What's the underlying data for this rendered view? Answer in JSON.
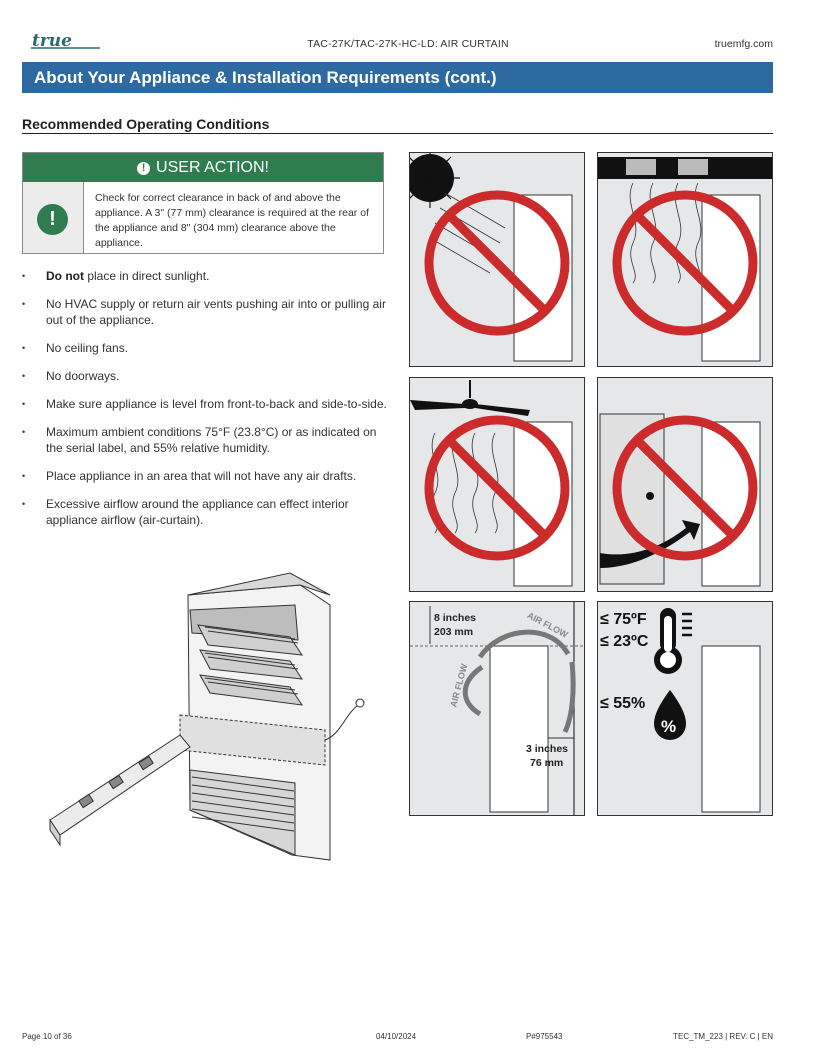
{
  "header": {
    "logo_text": "true",
    "doc_title": "TAC-27K/TAC-27K-HC-LD: AIR CURTAIN",
    "site": "truemfg.com"
  },
  "banner": {
    "title": "About Your Appliance & Installation Requirements (cont.)"
  },
  "section": {
    "heading": "Recommended Operating Conditions"
  },
  "user_action": {
    "heading": "USER ACTION!",
    "text": "Check for correct clearance in back of and above the appliance. A 3\" (77 mm) clearance is required at the rear of the appliance and 8\" (304 mm) clearance above the appliance."
  },
  "bullets": [
    {
      "bold": "Do not",
      "text": " place in direct sunlight."
    },
    {
      "bold": "",
      "text": "No HVAC supply or return air vents pushing air into or pulling air out of the appliance."
    },
    {
      "bold": "",
      "text": "No ceiling fans."
    },
    {
      "bold": "",
      "text": "No doorways."
    },
    {
      "bold": "",
      "text": "Make sure appliance is level from front-to-back and side-to-side."
    },
    {
      "bold": "",
      "text": "Maximum ambient conditions 75°F (23.8°C) or as indicated on the serial label, and 55% relative humidity."
    },
    {
      "bold": "",
      "text": "Place appliance in an area that will not have any air drafts."
    },
    {
      "bold": "",
      "text": "Excessive airflow around the appliance can effect interior appliance airflow (air-curtain)."
    }
  ],
  "clearance": {
    "top_line1": "8 inches",
    "top_line2": "203 mm",
    "side_line1": "3 inches",
    "side_line2": "76 mm",
    "airflow_label": "AIR FLOW"
  },
  "conditions": {
    "temp_f": "≤ 75ºF",
    "temp_c": "≤ 23ºC",
    "humidity": "≤ 55%",
    "percent_glyph": "%"
  },
  "colors": {
    "banner": "#2d6aa1",
    "user_action": "#2f7d4f",
    "prohibition": "#cc2b2b",
    "panel": "#e6e7e8"
  },
  "footer": {
    "page": "Page 10 of 36",
    "date": "04/10/2024",
    "part": "P#975543",
    "code": "TEC_TM_223 | REV. C | EN"
  }
}
